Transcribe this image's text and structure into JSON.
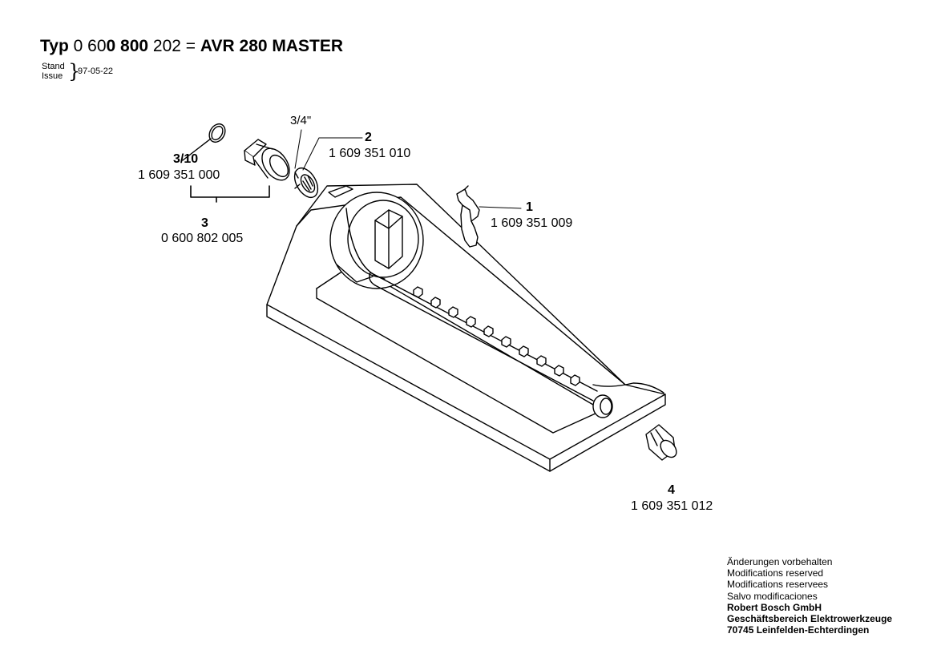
{
  "header": {
    "typ_label": "Typ",
    "number_part1": "0 60",
    "number_part2": "0 800",
    "number_part3": "202",
    "equals": "=",
    "model": "AVR 280 MASTER"
  },
  "issue": {
    "stand_label": "Stand",
    "issue_label": "Issue",
    "date": "97-05-22"
  },
  "parts": [
    {
      "ref": "1",
      "number": "1 609 351 009"
    },
    {
      "ref": "2",
      "number": "1 609 351 010"
    },
    {
      "ref": "3",
      "number": "0 600 802 005"
    },
    {
      "ref": "3/10",
      "number": "1 609 351 000"
    },
    {
      "ref": "4",
      "number": "1 609 351 012"
    }
  ],
  "thread_label": "3/4\"",
  "footer": {
    "line1": "Änderungen vorbehalten",
    "line2": "Modifications reserved",
    "line3": "Modifications reservees",
    "line4": "Salvo modificaciones",
    "company": "Robert Bosch GmbH",
    "division": "Geschäftsbereich Elektrowerkzeuge",
    "address": "70745 Leinfelden-Echterdingen"
  }
}
